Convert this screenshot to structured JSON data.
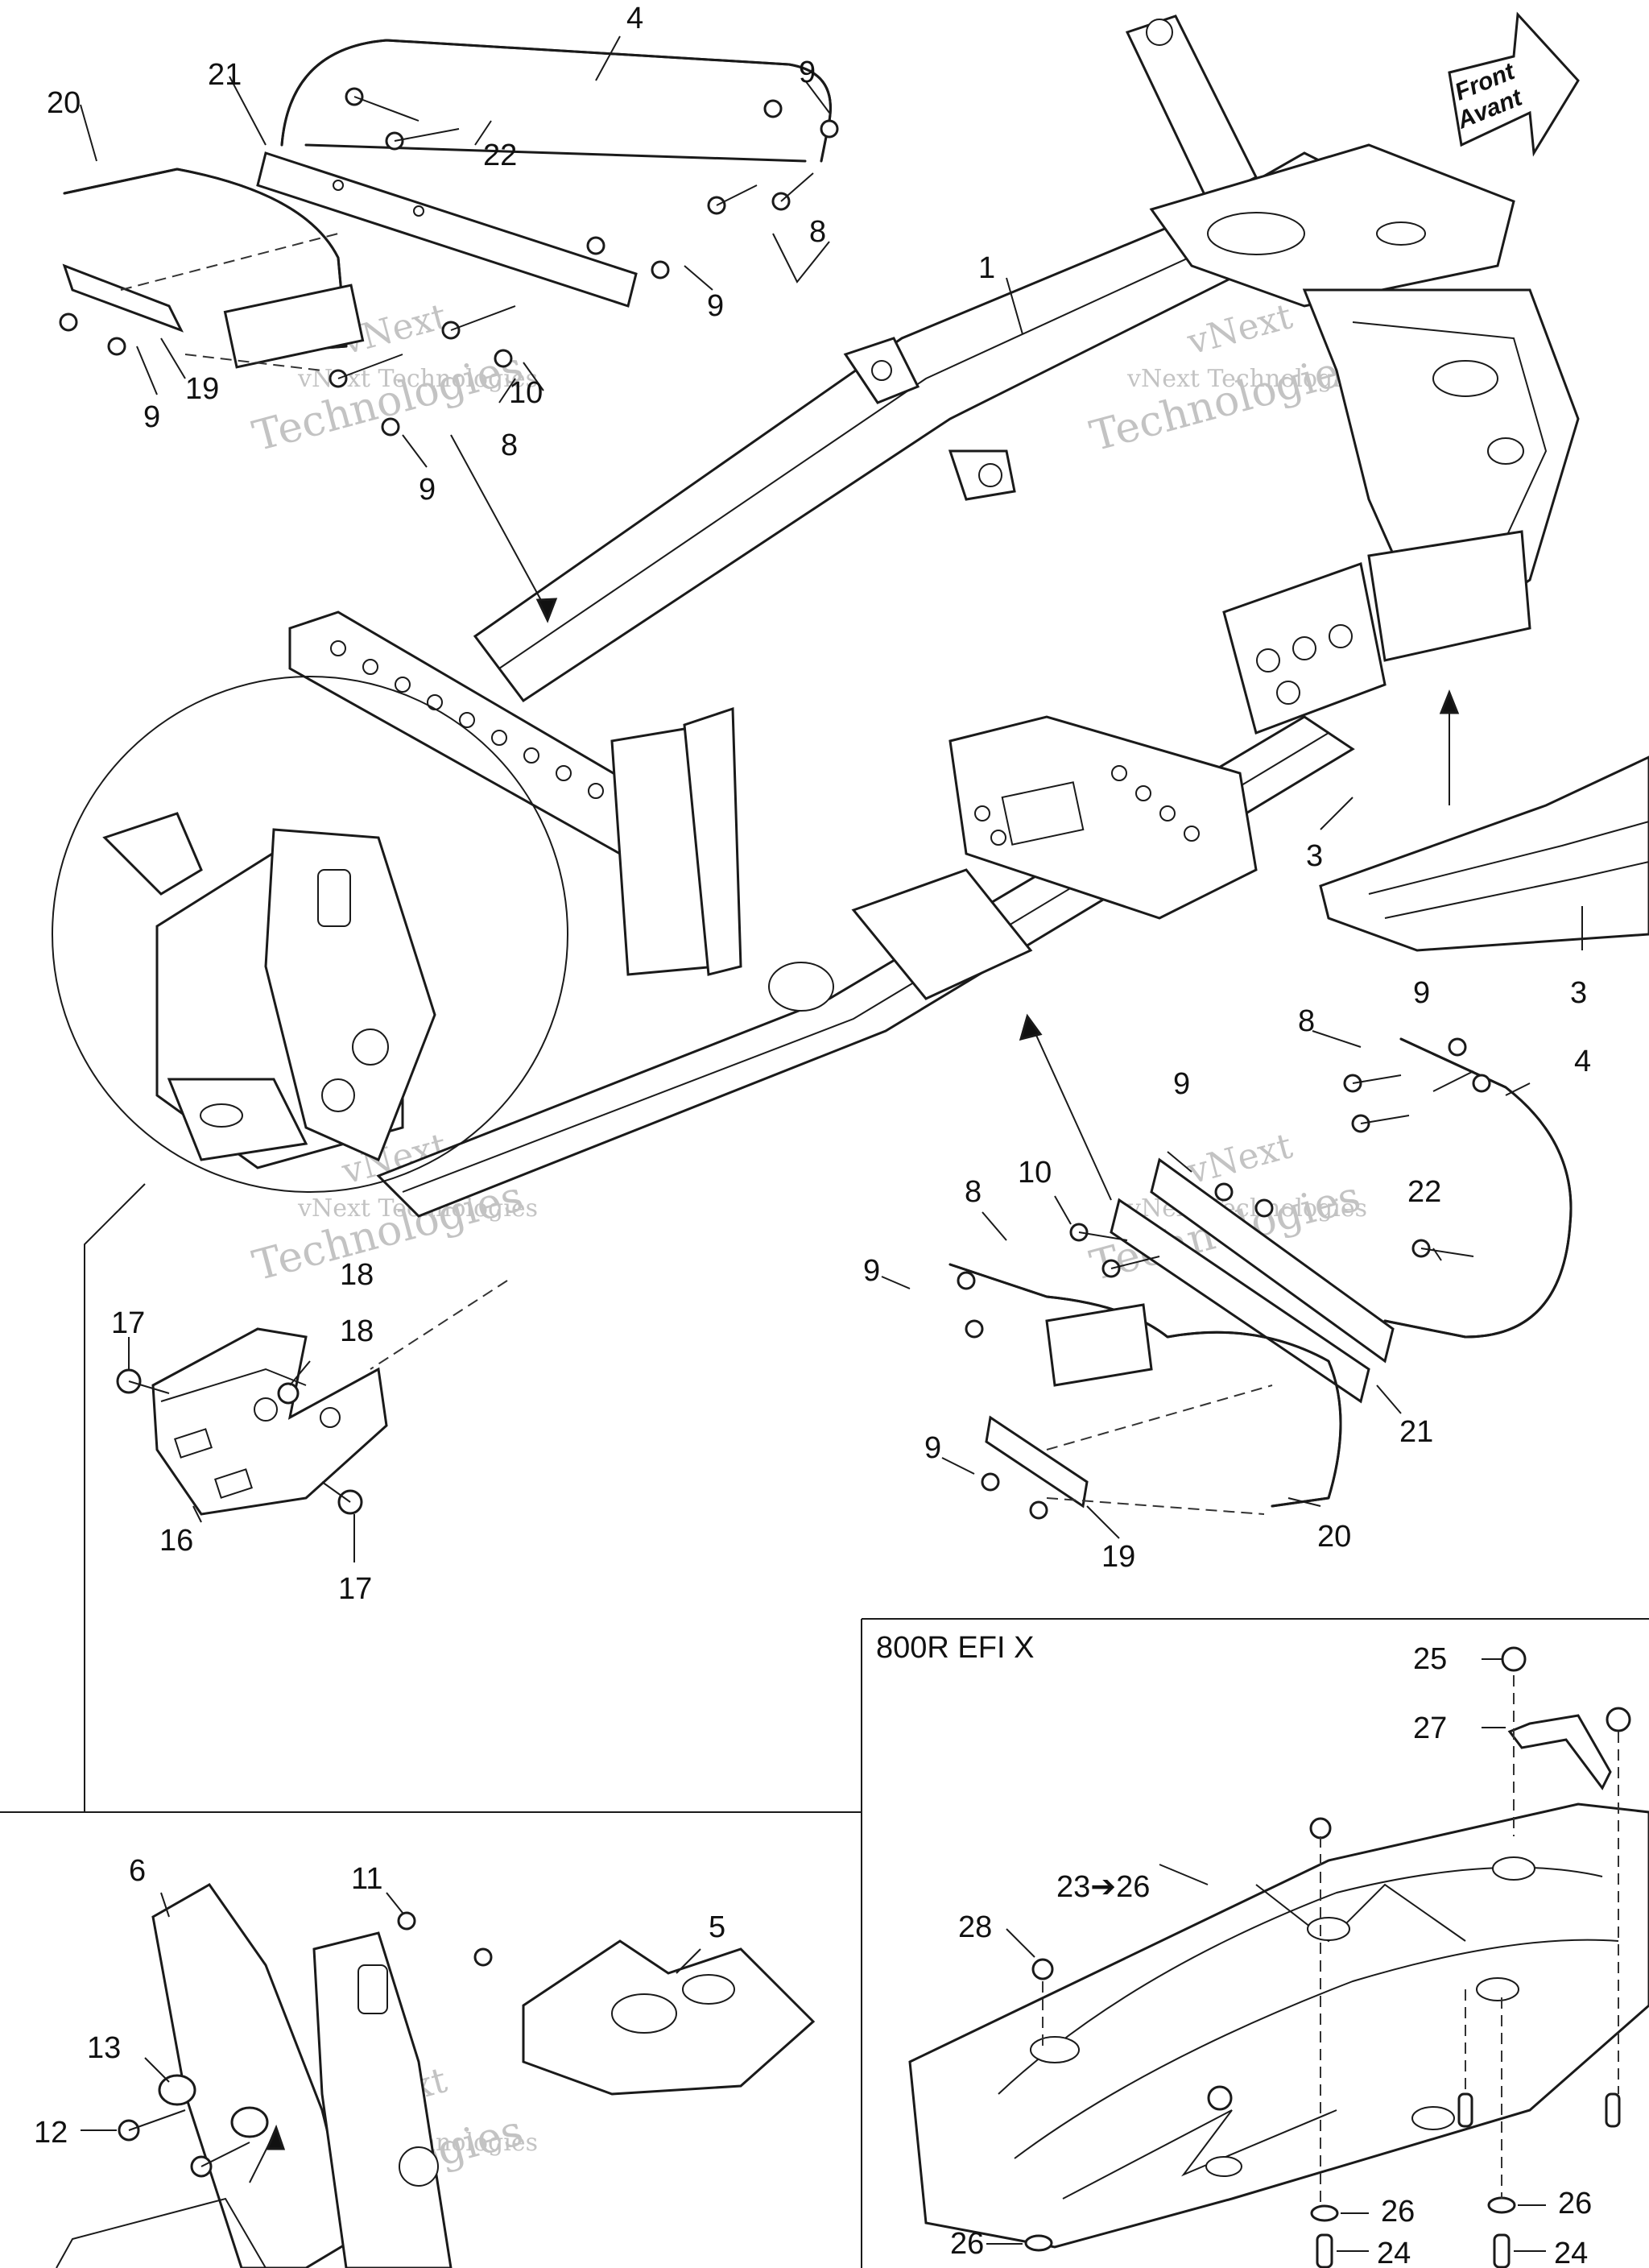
{
  "front_badge": {
    "line1": "Front",
    "line2": "Avant"
  },
  "inset": {
    "title": "800R EFI X"
  },
  "watermark": {
    "line1": "vNext Technologies",
    "line2": "vNext",
    "line3": "Technologies"
  },
  "callouts": [
    {
      "id": "c1",
      "text": "1"
    },
    {
      "id": "c3a",
      "text": "3"
    },
    {
      "id": "c3b",
      "text": "3"
    },
    {
      "id": "c4a",
      "text": "4"
    },
    {
      "id": "c4b",
      "text": "4"
    },
    {
      "id": "c5",
      "text": "5"
    },
    {
      "id": "c6",
      "text": "6"
    },
    {
      "id": "c8a",
      "text": "8"
    },
    {
      "id": "c8b",
      "text": "8"
    },
    {
      "id": "c8c",
      "text": "8"
    },
    {
      "id": "c8d",
      "text": "8"
    },
    {
      "id": "c9a",
      "text": "9"
    },
    {
      "id": "c9b",
      "text": "9"
    },
    {
      "id": "c9c",
      "text": "9"
    },
    {
      "id": "c9d",
      "text": "9"
    },
    {
      "id": "c9e",
      "text": "9"
    },
    {
      "id": "c9f",
      "text": "9"
    },
    {
      "id": "c9g",
      "text": "9"
    },
    {
      "id": "c9h",
      "text": "9"
    },
    {
      "id": "c10a",
      "text": "10"
    },
    {
      "id": "c10b",
      "text": "10"
    },
    {
      "id": "c11",
      "text": "11"
    },
    {
      "id": "c12",
      "text": "12"
    },
    {
      "id": "c13",
      "text": "13"
    },
    {
      "id": "c16",
      "text": "16"
    },
    {
      "id": "c17a",
      "text": "17"
    },
    {
      "id": "c17b",
      "text": "17"
    },
    {
      "id": "c18a",
      "text": "18"
    },
    {
      "id": "c18b",
      "text": "18"
    },
    {
      "id": "c19a",
      "text": "19"
    },
    {
      "id": "c19b",
      "text": "19"
    },
    {
      "id": "c20a",
      "text": "20"
    },
    {
      "id": "c20b",
      "text": "20"
    },
    {
      "id": "c21a",
      "text": "21"
    },
    {
      "id": "c21b",
      "text": "21"
    },
    {
      "id": "c22a",
      "text": "22"
    },
    {
      "id": "c22b",
      "text": "22"
    },
    {
      "id": "c23",
      "text": "23➔26"
    },
    {
      "id": "c24a",
      "text": "24"
    },
    {
      "id": "c24b",
      "text": "24"
    },
    {
      "id": "c25",
      "text": "25"
    },
    {
      "id": "c26a",
      "text": "26"
    },
    {
      "id": "c26b",
      "text": "26"
    },
    {
      "id": "c26c",
      "text": "26"
    },
    {
      "id": "c27",
      "text": "27"
    },
    {
      "id": "c28",
      "text": "28"
    }
  ]
}
